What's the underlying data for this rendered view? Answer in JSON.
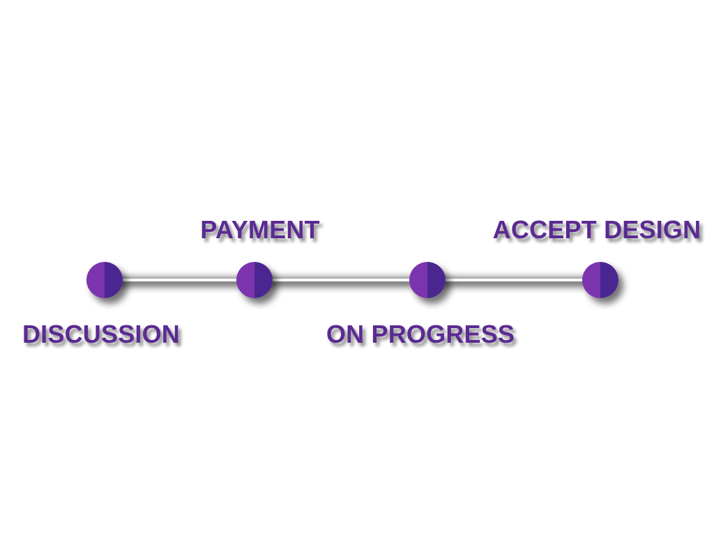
{
  "colors": {
    "accent": "#5b2a92",
    "node_left": "#7b34ad",
    "node_right": "#4a2790",
    "line": "#ffffff"
  },
  "steps": [
    {
      "label": "DISCUSSION"
    },
    {
      "label": "PAYMENT"
    },
    {
      "label": "ON PROGRESS"
    },
    {
      "label": "ACCEPT DESIGN"
    }
  ]
}
